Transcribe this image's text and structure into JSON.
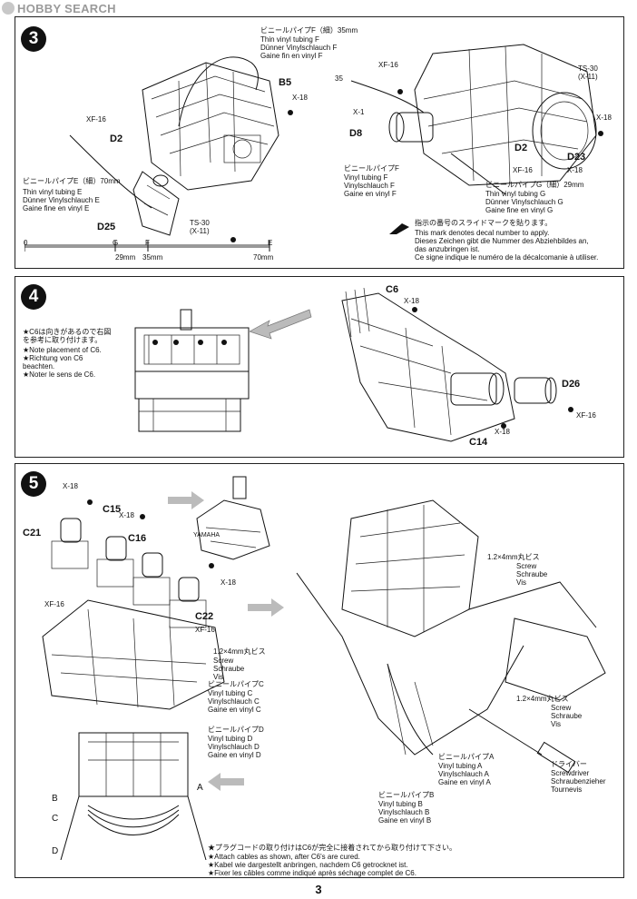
{
  "watermark": "HOBBY SEARCH",
  "page_number": "3",
  "step3": {
    "number": "3",
    "tubing_f_jp": "ビニールパイプF（細）35mm",
    "tubing_f": "Thin vinyl tubing F\nDünner Vinylschlauch F\nGaine fin en vinyl F",
    "tubing_e_jp": "ビニールパイプE（細）70mm",
    "tubing_e": "Thin vinyl tubing E\nDünner Vinylschlauch E\nGaine fine en vinyl E",
    "vinyl_f_jp": "ビニールパイプF",
    "vinyl_f": "Vinyl tubing F\nVinylschlauch F\nGaine en vinyl F",
    "vinyl_g_jp": "ビニールパイプG（細）29mm",
    "vinyl_g": "Thin vinyl tubing G\nDünner Vinylschlauch G\nGaine fine en vinyl G",
    "decal_jp": "指示の番号のスライドマークを貼ります。",
    "decal": "This mark denotes decal number to apply.\nDieses Zeichen gibt die Nummer des Abziehbildes an,\ndas anzubringen ist.\nCe signe indique le numéro de la décalcomanie à utiliser.",
    "parts": {
      "xf16_a": "XF-16",
      "d2_a": "D2",
      "d25": "D25",
      "ts30_a": "TS-30\n(X-11)",
      "b5": "B5",
      "x18_a": "X-18",
      "n35": "35",
      "xf16_b": "XF-16",
      "x1": "X-1",
      "d8": "D8",
      "d2_b": "D2",
      "xf16_c": "XF-16",
      "x18_b": "X-18",
      "d23": "D23",
      "ts30_b": "TS-30\n(X-11)",
      "x18_c": "X-18"
    },
    "ruler": {
      "ticks": [
        "0",
        "G",
        "F",
        "E"
      ],
      "labels": [
        "29mm",
        "35mm",
        "70mm"
      ]
    }
  },
  "step4": {
    "number": "4",
    "note_jp": "★C6は向きがあるので右図\nを参考に取り付けます。",
    "note": "★Note placement of C6.\n★Richtung von C6\n  beachten.\n★Noter le sens de C6.",
    "parts": {
      "c6": "C6",
      "x18_a": "X-18",
      "d26": "D26",
      "xf16": "XF-16",
      "x18_b": "X-18",
      "c14": "C14"
    }
  },
  "step5": {
    "number": "5",
    "parts": {
      "x18_a": "X-18",
      "c15": "C15",
      "x18_b": "X-18",
      "c21": "C21",
      "c16": "C16",
      "x18_c": "X-18",
      "xf16_a": "XF-16",
      "c22": "C22",
      "xf16_b": "XF-16",
      "yamaha": "YAMAHA"
    },
    "screw1_jp": "1.2×4mm丸ビス",
    "screw1": "Screw\nSchraube\nVis",
    "screw2_jp": "1.2×4mm丸ビス",
    "screw2": "Screw\nSchraube\nVis",
    "screw3_jp": "1.2×4mm丸ビス",
    "screw3": "Screw\nSchraube\nVis",
    "tube_c_jp": "ビニールパイプC",
    "tube_c": "Vinyl tubing C\nVinylschlauch C\nGaine en vinyl C",
    "tube_d_jp": "ビニールパイプD",
    "tube_d": "Vinyl tubing D\nVinylschlauch D\nGaine en vinyl D",
    "tube_a_jp": "ビニールパイプA",
    "tube_a": "Vinyl tubing A\nVinylschlauch A\nGaine en vinyl A",
    "tube_b_jp": "ビニールパイプB",
    "tube_b": "Vinyl tubing B\nVinylschlauch B\nGaine en vinyl B",
    "driver_jp": "ドライバー",
    "driver": "Screwdriver\nSchraubenzieher\nTournevis",
    "letters": {
      "a": "A",
      "b": "B",
      "c": "C",
      "d": "D"
    },
    "note_jp": "★プラグコードの取り付けはC6が完全に接着されてから取り付けて下さい。",
    "note": "★Attach cables as shown, after C6's are cured.\n★Kabel wie dargestellt anbringen, nachdem C6 getrocknet ist.\n★Fixer les câbles comme indiqué après séchage complet de C6."
  }
}
